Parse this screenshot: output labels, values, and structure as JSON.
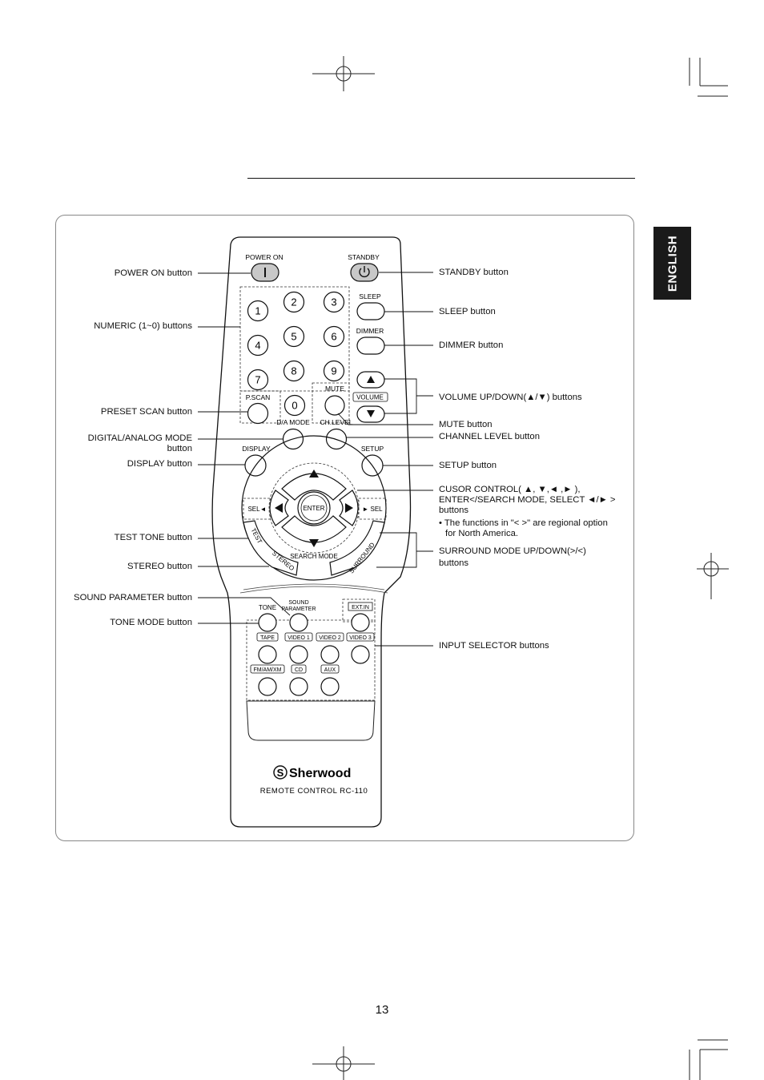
{
  "side_tab": "ENGLISH",
  "page_number": "13",
  "remote": {
    "brand": "Sherwood",
    "model": "REMOTE CONTROL RC-110",
    "buttons": {
      "power_on": "POWER ON",
      "standby": "STANDBY",
      "sleep": "SLEEP",
      "dimmer": "DIMMER",
      "volume": "VOLUME",
      "mute": "MUTE",
      "pscan": "P.SCAN",
      "da_mode": "D/A MODE",
      "ch_level": "CH.LEVEL",
      "display": "DISPLAY",
      "setup": "SETUP",
      "sel_left": "SEL◄",
      "sel_right": "► SEL",
      "enter": "ENTER",
      "test": "TEST",
      "stereo": "STEREO",
      "search_mode": "SEARCH MODE",
      "surround": "SURROUND",
      "tone": "TONE",
      "sound_parameter_1": "SOUND",
      "sound_parameter_2": "PARAMETER",
      "ext_in": "EXT.IN",
      "tape": "TAPE",
      "video1": "VIDEO 1",
      "video2": "VIDEO 2",
      "video3": "VIDEO 3",
      "fm_am_xm": "FM/AM/XM",
      "cd": "CD",
      "aux": "AUX"
    },
    "numeric_keys": [
      "1",
      "2",
      "3",
      "4",
      "5",
      "6",
      "7",
      "8",
      "9",
      "0"
    ]
  },
  "callouts_left": {
    "power_on": "POWER ON button",
    "numeric": "NUMERIC (1~0) buttons",
    "preset_scan": "PRESET SCAN  button",
    "digital_analog_1": "DIGITAL/ANALOG MODE",
    "digital_analog_2": "button",
    "display": "DISPLAY button",
    "test_tone": "TEST TONE button",
    "stereo": "STEREO button",
    "sound_parameter": "SOUND PARAMETER button",
    "tone_mode": "TONE MODE button"
  },
  "callouts_right": {
    "standby": "STANDBY button",
    "sleep": "SLEEP button",
    "dimmer": "DIMMER button",
    "volume": "VOLUME UP/DOWN(▲/▼) buttons",
    "mute": "MUTE button",
    "channel_level": "CHANNEL LEVEL button",
    "setup": "SETUP button",
    "cursor_1": "CUSOR CONTROL( ▲, ▼,◄ ,► ),",
    "cursor_2": "ENTER</SEARCH MODE, SELECT ◄/► >",
    "cursor_3": "buttons",
    "cursor_note_1": "• The functions in \"< >\" are regional option",
    "cursor_note_2": "for North America.",
    "surround_1": "SURROUND MODE UP/DOWN(>/<)",
    "surround_2": "buttons",
    "input_selector": "INPUT SELECTOR buttons"
  }
}
